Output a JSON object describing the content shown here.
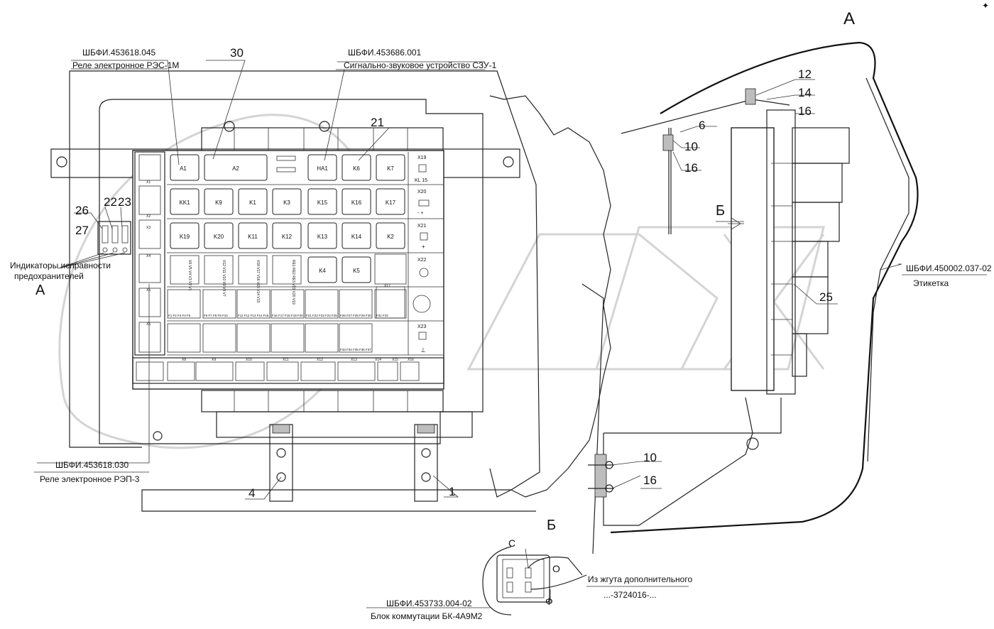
{
  "corner_mark": "✦",
  "views": {
    "view_a": "А",
    "view_b": "Б",
    "arrow_a": "А",
    "arrow_b": "Б"
  },
  "callouts": {
    "rec1m_code": "ШБФИ.453618.045",
    "rec1m_name": "Реле электронное РЭС-1М",
    "szu_code": "ШБФИ.453686.001",
    "szu_name": "Сигнально-звуковое устройство СЗУ-1",
    "rep3_code": "ШБФИ.453618.030",
    "rep3_name": "Реле электронное РЭП-3",
    "label_code": "ШБФИ.450002.037-02",
    "label_name": "Этикетка",
    "bk_code": "ШБФИ.453733.004-02",
    "bk_name": "Блок коммутации БК-4А9М2",
    "fuse_ind_1": "Индикаторы исправности",
    "fuse_ind_2": "предохранителей",
    "harness_1": "Из жгута дополнительного",
    "harness_2": "...-3724016-..."
  },
  "positions": [
    "30",
    "21",
    "26",
    "22",
    "23",
    "27",
    "4",
    "1",
    "12",
    "14",
    "16",
    "6",
    "10",
    "16",
    "25",
    "10",
    "16"
  ],
  "block_row1": [
    "A1",
    "A2",
    "HA1",
    "K6",
    "K7"
  ],
  "block_row2": [
    "KK1",
    "K9",
    "K1",
    "K3",
    "K15",
    "K16",
    "K17"
  ],
  "block_row3": [
    "K19",
    "K20",
    "K11",
    "K12",
    "K13",
    "K14",
    "K2"
  ],
  "block_row4": [
    "K4",
    "K5"
  ],
  "side_labels": [
    "X19",
    "KL 15",
    "X20",
    "- +",
    "X21",
    "+",
    "X22",
    "X17",
    "X23",
    "⊥"
  ],
  "fuse_groups": [
    "F1 F2 F3 F4 F5",
    "F6 F7 F8 F9 F10",
    "F11 F12 F13 F14 F15",
    "F16 F17 F18 F19 F20",
    "F21 F22 F23 F24 F25",
    "F26 F27 F28 F29 F30",
    "F31 F32"
  ],
  "fuse_row2": "F33 F34 F35 F36 F37",
  "indicator_cols": [
    "V6 V5 V4 V3 V2 V1",
    "V12 V11 V10 V9 V8 V7",
    "V18 V17 V16 V15 V14 V13",
    "RE1 RE2 RE3 V21 V20 V19"
  ],
  "connectors_left": [
    "X1",
    "X2",
    "X3",
    "X4",
    "X5",
    "X6"
  ],
  "connectors_bottom": [
    "X8",
    "X9",
    "X10",
    "X11",
    "X12",
    "X13",
    "X14",
    "X15",
    "X16"
  ],
  "pin_labels": {
    "c": "С",
    "o": "О",
    "f": "Ф"
  }
}
